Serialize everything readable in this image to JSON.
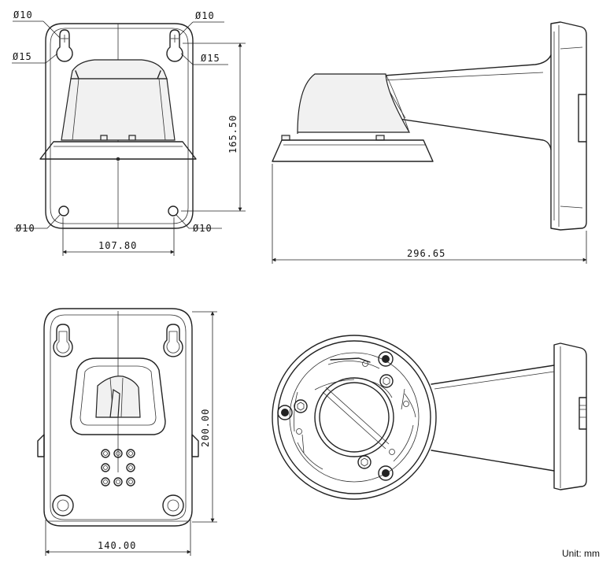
{
  "dimensions": {
    "hole_small_tl": "Ø10",
    "hole_small_tr": "Ø10",
    "hole_large_l": "Ø15",
    "hole_large_r": "Ø15",
    "hole_small_bl": "Ø10",
    "hole_small_br": "Ø10",
    "front_height": "165.50",
    "front_width": "107.80",
    "side_length": "296.65",
    "back_height": "200.00",
    "back_width": "140.00"
  },
  "unit_label": "Unit: mm"
}
